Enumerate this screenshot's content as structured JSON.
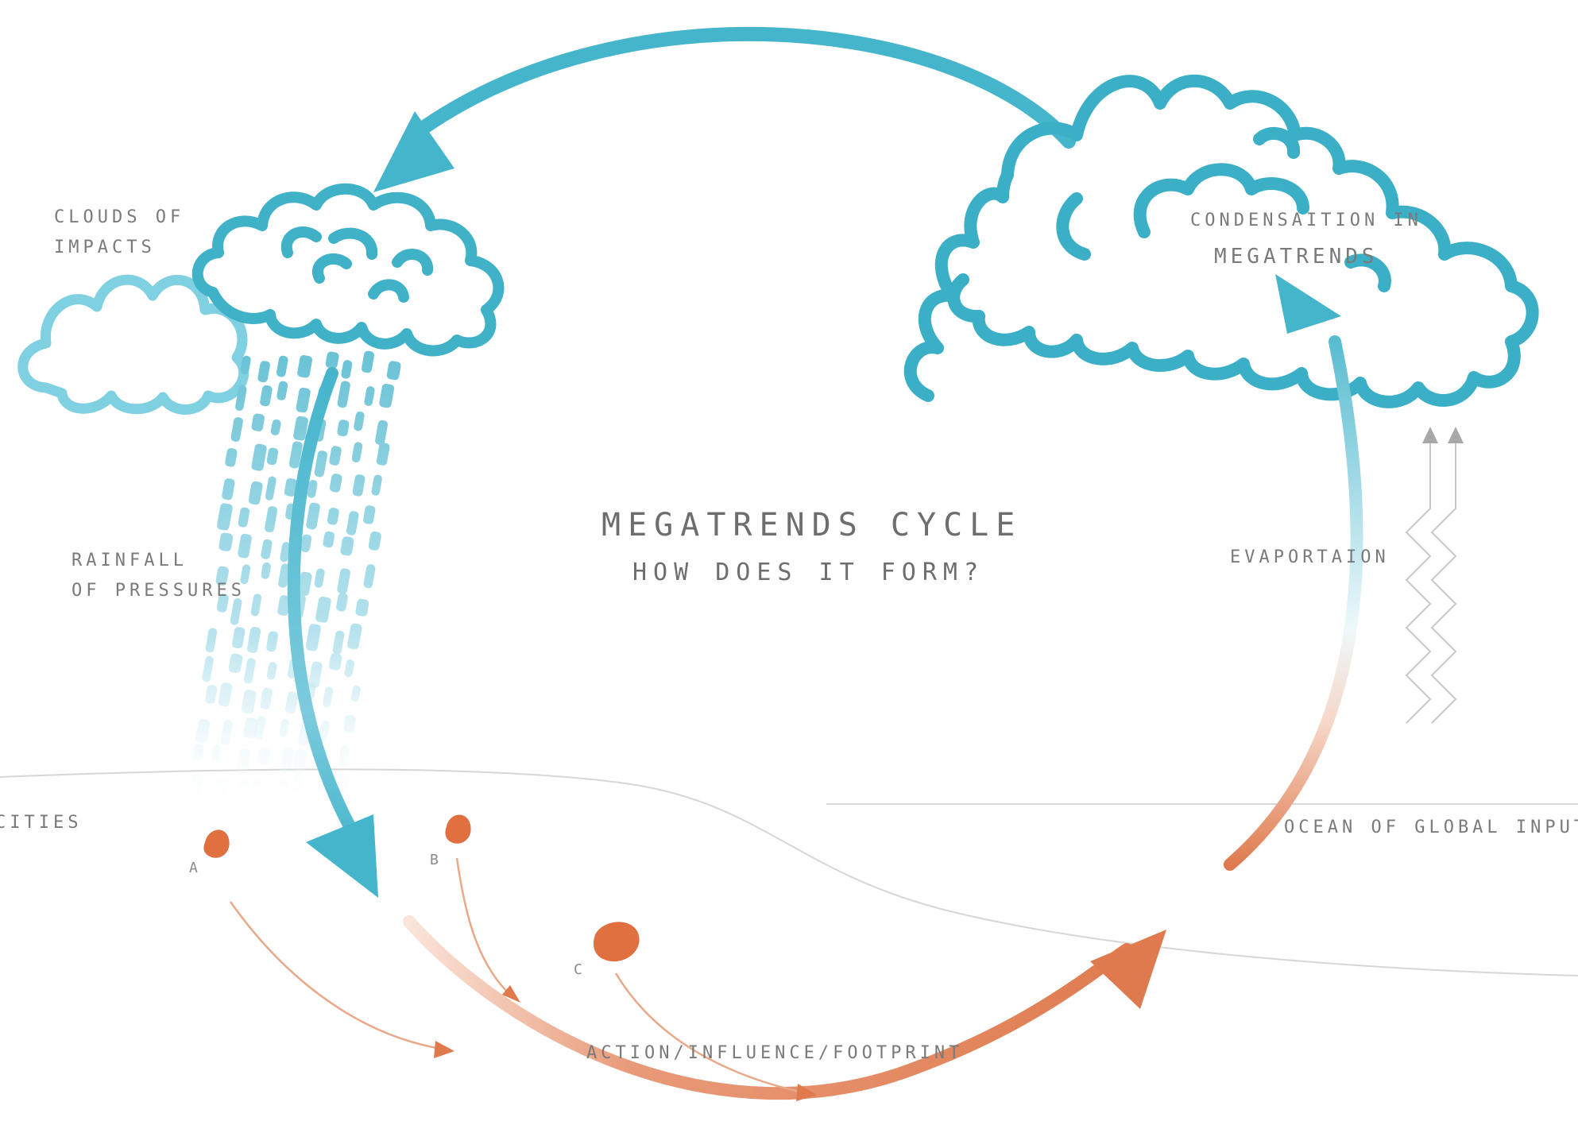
{
  "title": "MEGATRENDS CYCLE",
  "subtitle": "HOW DOES IT FORM?",
  "labels": {
    "clouds_line1": "CLOUDS OF",
    "clouds_line2": "IMPACTS",
    "condensation_line1": "CONDENSAITION IN",
    "condensation_line2": "MEGATRENDS",
    "rainfall_line1": "RAINFALL",
    "rainfall_line2": "OF PRESSURES",
    "evaporation": "EVAPORTAION",
    "cities": "CITIES",
    "ocean": "OCEAN OF GLOBAL INPUT",
    "action": "ACTION/INFLUENCE/FOOTPRINT"
  },
  "points": [
    {
      "id": "A",
      "label": "A"
    },
    {
      "id": "B",
      "label": "B"
    },
    {
      "id": "C",
      "label": "C"
    }
  ],
  "colors": {
    "blue": "#45b5cc",
    "blue_light": "#8fd3e2",
    "orange": "#df7a4e",
    "dot": "#e07040",
    "line_gray": "#d6d6d6",
    "arrow_gray": "#a8a8a8"
  }
}
